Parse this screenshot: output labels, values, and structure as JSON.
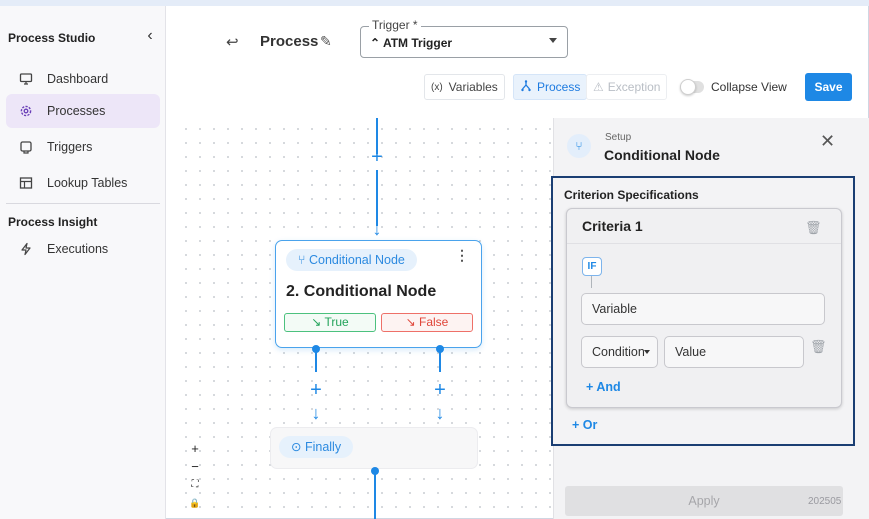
{
  "sidebar": {
    "title": "Process Studio",
    "collapse_icon": "chevron-left-icon",
    "items": [
      {
        "label": "Dashboard",
        "icon": "monitor-icon"
      },
      {
        "label": "Processes",
        "icon": "gear-icon",
        "active": true
      },
      {
        "label": "Triggers",
        "icon": "trigger-icon"
      },
      {
        "label": "Lookup Tables",
        "icon": "table-icon"
      }
    ],
    "section_title": "Process Insight",
    "section_items": [
      {
        "label": "Executions",
        "icon": "bolt-icon"
      }
    ]
  },
  "header": {
    "title": "Process",
    "trigger_label": "Trigger *",
    "trigger_value": "ATM Trigger"
  },
  "toolbar": {
    "variables_label": "Variables",
    "variables_prefix": "(x)",
    "process_label": "Process",
    "exception_label": "Exception",
    "collapse_label": "Collapse View",
    "collapse_on": false,
    "save_label": "Save"
  },
  "canvas": {
    "node": {
      "chip_label": "Conditional Node",
      "title": "2. Conditional Node",
      "menu_glyph": "⋮",
      "true_label": "True",
      "false_label": "False"
    },
    "finally_label": "Finally",
    "zoom": [
      "+",
      "−",
      "⛶",
      "🔒"
    ]
  },
  "panel": {
    "subtitle": "Setup",
    "title": "Conditional Node",
    "criterion_heading": "Criterion Specifications",
    "criteria": [
      {
        "name": "Criteria 1",
        "if_label": "IF",
        "variable_placeholder": "Variable",
        "condition_placeholder": "Condition",
        "value_placeholder": "Value"
      }
    ],
    "and_label": "And",
    "or_label": "Or",
    "apply_label": "Apply",
    "version": "202505"
  },
  "colors": {
    "accent": "#1e88e5",
    "active_nav_bg": "#ede6f8",
    "true_green": "#22a35a",
    "false_red": "#e0463a",
    "highlight_border": "#1a3e73"
  }
}
